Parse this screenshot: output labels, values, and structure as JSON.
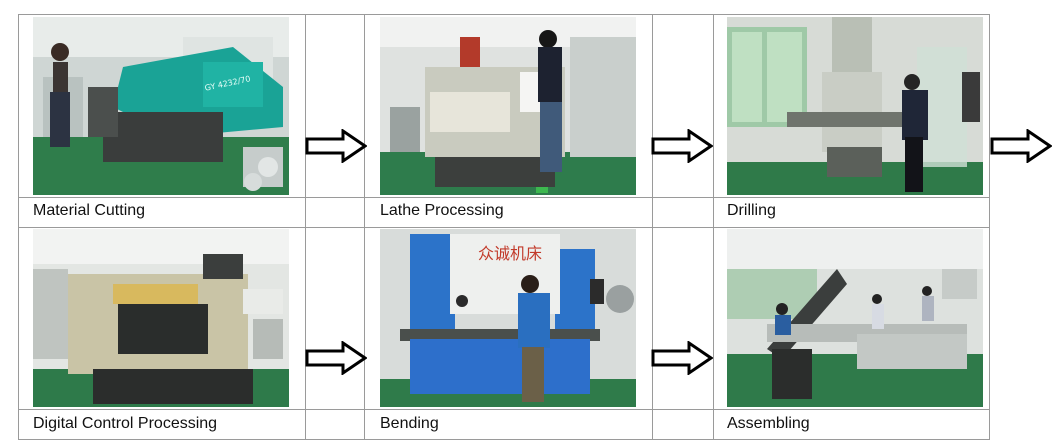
{
  "steps": [
    {
      "label": "Material Cutting",
      "photo": "band-saw-cutting-photo"
    },
    {
      "label": "Lathe Processing",
      "photo": "lathe-machine-photo"
    },
    {
      "label": "Drilling",
      "photo": "milling-drilling-machine-photo"
    },
    {
      "label": "Digital Control Processing",
      "photo": "cnc-lathe-photo"
    },
    {
      "label": "Bending",
      "photo": "press-brake-bending-photo"
    },
    {
      "label": "Assembling",
      "photo": "assembly-line-photo"
    }
  ],
  "photo_text": {
    "saw_model": "GY 4232/70",
    "press_brand": "众诚机床"
  },
  "arrow_icon": "right-arrow-icon"
}
